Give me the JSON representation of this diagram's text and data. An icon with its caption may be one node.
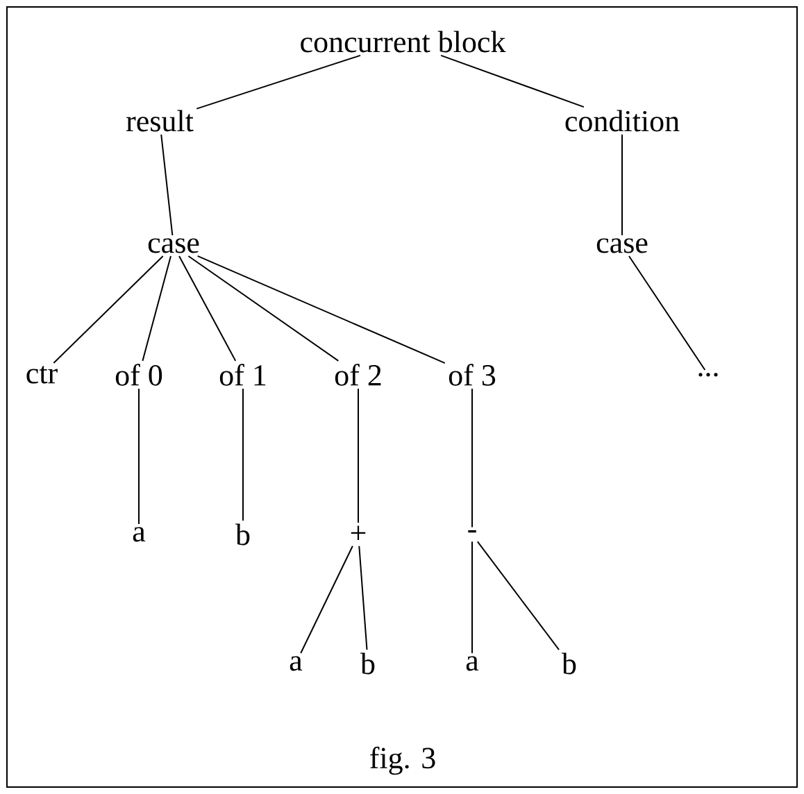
{
  "diagram": {
    "caption": "fig. 3",
    "nodes": [
      {
        "text": [
          "concurrent block"
        ]
      },
      {
        "text": [
          "result"
        ]
      },
      {
        "text": [
          "condition"
        ]
      },
      {
        "text": [
          "case"
        ]
      },
      {
        "text": [
          "case"
        ]
      },
      {
        "text": [
          "ctr"
        ]
      },
      {
        "text": [
          "of 0"
        ]
      },
      {
        "text": [
          "of 1"
        ]
      },
      {
        "text": [
          "of 2"
        ]
      },
      {
        "text": [
          "of 3"
        ]
      },
      {
        "text": [
          "..."
        ]
      },
      {
        "text": [
          "a"
        ]
      },
      {
        "text": [
          "b"
        ]
      },
      {
        "text": [
          "+"
        ]
      },
      {
        "text": [
          "-"
        ]
      },
      {
        "text": [
          "a"
        ]
      },
      {
        "text": [
          "b"
        ]
      },
      {
        "text": [
          "a"
        ]
      },
      {
        "text": [
          "b"
        ]
      }
    ],
    "edges": [
      {
        "from": 0,
        "to": 1,
        "arrow": "none"
      },
      {
        "from": 0,
        "to": 2,
        "arrow": "none"
      },
      {
        "from": 1,
        "to": 3,
        "arrow": "none"
      },
      {
        "from": 2,
        "to": 4,
        "arrow": "none"
      },
      {
        "from": 3,
        "to": 5,
        "arrow": "none"
      },
      {
        "from": 3,
        "to": 6,
        "arrow": "none"
      },
      {
        "from": 3,
        "to": 7,
        "arrow": "none"
      },
      {
        "from": 3,
        "to": 8,
        "arrow": "none"
      },
      {
        "from": 3,
        "to": 9,
        "arrow": "none"
      },
      {
        "from": 4,
        "to": 10,
        "arrow": "none"
      },
      {
        "from": 6,
        "to": 11,
        "arrow": "none"
      },
      {
        "from": 7,
        "to": 12,
        "arrow": "none"
      },
      {
        "from": 8,
        "to": 13,
        "arrow": "none"
      },
      {
        "from": 9,
        "to": 14,
        "arrow": "none"
      },
      {
        "from": 13,
        "to": 15,
        "arrow": "none"
      },
      {
        "from": 13,
        "to": 16,
        "arrow": "none"
      },
      {
        "from": 14,
        "to": 17,
        "arrow": "none"
      },
      {
        "from": 14,
        "to": 18,
        "arrow": "none"
      }
    ]
  }
}
